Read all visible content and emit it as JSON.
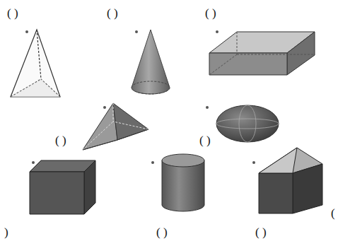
{
  "diagram": {
    "labels": [
      "( )",
      "( )",
      "( )",
      "( )",
      "( )",
      "(",
      ")",
      "( )",
      "( )"
    ]
  }
}
